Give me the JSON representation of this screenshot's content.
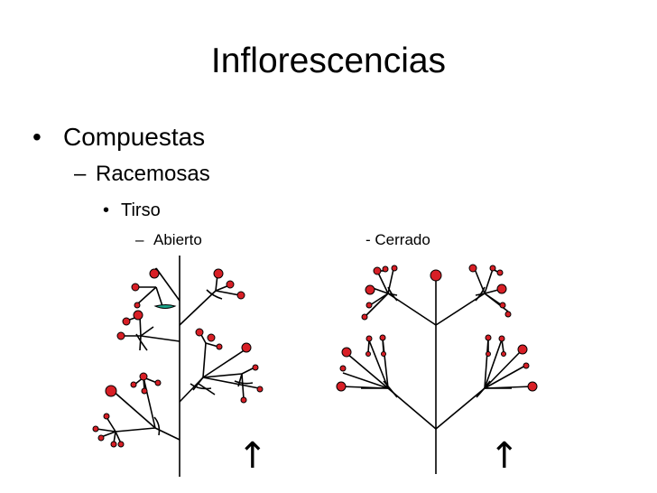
{
  "slide": {
    "title": "Inflorescencias",
    "level1": {
      "bullet": "•",
      "text": "Compuestas"
    },
    "level2": {
      "bullet": "–",
      "text": "Racemosas"
    },
    "level3": {
      "bullet": "•",
      "text": "Tirso"
    },
    "level4": {
      "bullet": "–",
      "text": "Abierto"
    },
    "level4_right": {
      "text": "- Cerrado"
    }
  },
  "diagrams": {
    "flower_color": "#d81f26",
    "leaf_color": "#1aa58a",
    "arrow_symbol": "↑"
  }
}
